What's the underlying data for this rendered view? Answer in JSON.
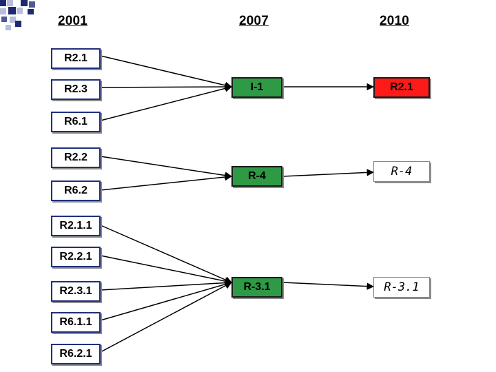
{
  "years": [
    "2001",
    "2007",
    "2010"
  ],
  "sources": [
    "R2.1",
    "R2.3",
    "R6.1",
    "R2.2",
    "R6.2",
    "R2.1.1",
    "R2.2.1",
    "R2.3.1",
    "R6.1.1",
    "R6.2.1"
  ],
  "middle": [
    "I-1",
    "R-4",
    "R-3.1"
  ],
  "ends": [
    "R2.1",
    "R-4",
    "R-3.1"
  ],
  "colors": {
    "green": "#2e9a45",
    "red": "#ff1a1a",
    "source_border": "#1f2f7d",
    "plain_border": "#6e86b8",
    "deco_dark": "#1e2a6e",
    "deco_mid": "#4d5a99",
    "deco_light": "#b6bedc"
  },
  "links": [
    {
      "from": "R2.1",
      "to": "I-1"
    },
    {
      "from": "R2.3",
      "to": "I-1"
    },
    {
      "from": "R6.1",
      "to": "I-1"
    },
    {
      "from": "R2.2",
      "to": "R-4"
    },
    {
      "from": "R6.2",
      "to": "R-4"
    },
    {
      "from": "R2.1.1",
      "to": "R-3.1"
    },
    {
      "from": "R2.2.1",
      "to": "R-3.1"
    },
    {
      "from": "R2.3.1",
      "to": "R-3.1"
    },
    {
      "from": "R6.1.1",
      "to": "R-3.1"
    },
    {
      "from": "R6.2.1",
      "to": "R-3.1"
    },
    {
      "from": "I-1",
      "to": "R2.1"
    },
    {
      "from": "R-4",
      "to": "R-4"
    },
    {
      "from": "R-3.1",
      "to": "R-3.1"
    }
  ]
}
